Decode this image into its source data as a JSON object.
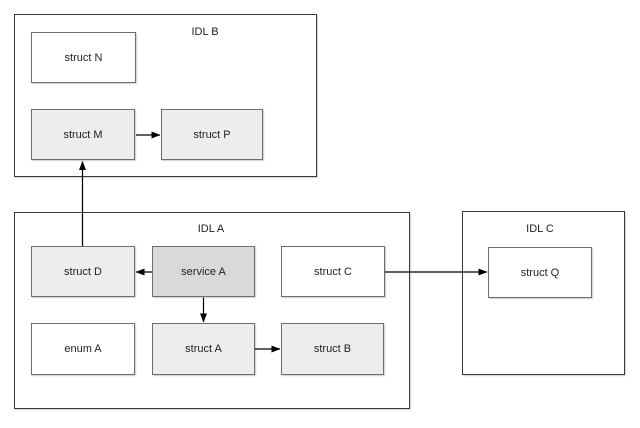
{
  "diagram": {
    "containers": [
      {
        "id": "idl-b",
        "label": "IDL B"
      },
      {
        "id": "idl-a",
        "label": "IDL A"
      },
      {
        "id": "idl-c",
        "label": "IDL C"
      }
    ],
    "nodes": [
      {
        "id": "struct-n",
        "label": "struct N",
        "container": "IDL B",
        "fill": "white"
      },
      {
        "id": "struct-m",
        "label": "struct M",
        "container": "IDL B",
        "fill": "light-gray"
      },
      {
        "id": "struct-p",
        "label": "struct P",
        "container": "IDL B",
        "fill": "light-gray"
      },
      {
        "id": "struct-d",
        "label": "struct D",
        "container": "IDL A",
        "fill": "light-gray"
      },
      {
        "id": "service-a",
        "label": "service A",
        "container": "IDL A",
        "fill": "medium-gray"
      },
      {
        "id": "struct-c",
        "label": "struct C",
        "container": "IDL A",
        "fill": "white"
      },
      {
        "id": "enum-a",
        "label": "enum A",
        "container": "IDL A",
        "fill": "white"
      },
      {
        "id": "struct-a",
        "label": "struct A",
        "container": "IDL A",
        "fill": "light-gray"
      },
      {
        "id": "struct-b",
        "label": "struct B",
        "container": "IDL A",
        "fill": "light-gray"
      },
      {
        "id": "struct-q",
        "label": "struct Q",
        "container": "IDL C",
        "fill": "white"
      }
    ],
    "edges": [
      {
        "from": "struct M",
        "to": "struct P",
        "direction": "right"
      },
      {
        "from": "struct D",
        "to": "struct M",
        "direction": "up"
      },
      {
        "from": "service A",
        "to": "struct D",
        "direction": "left"
      },
      {
        "from": "service A",
        "to": "struct A",
        "direction": "down"
      },
      {
        "from": "struct A",
        "to": "struct B",
        "direction": "right"
      },
      {
        "from": "struct C",
        "to": "struct Q",
        "direction": "right"
      }
    ],
    "colors": {
      "background": "#ffffff",
      "node_fill_white": "#ffffff",
      "node_fill_light": "#ededed",
      "node_fill_medium": "#d9d9d9",
      "node_border": "#6e6e6e",
      "container_border": "#383838",
      "edge": "#000000",
      "text": "#222222"
    }
  }
}
